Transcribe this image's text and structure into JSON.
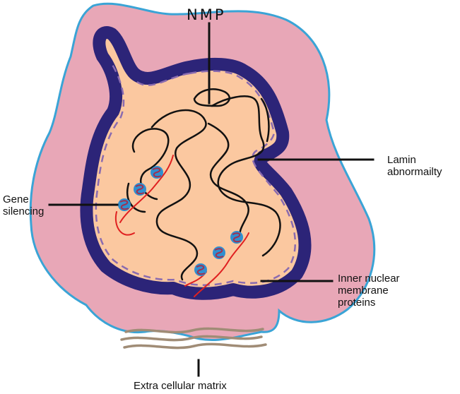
{
  "labels": {
    "nmp": "NMP",
    "lamin_line1": "Lamin",
    "lamin_line2": "abnormailty",
    "gene_line1": "Gene",
    "gene_line2": "silencing",
    "inner_line1": "Inner nuclear",
    "inner_line2": "membrane",
    "inner_line3": "proteins",
    "ecm": "Extra cellular matrix"
  },
  "colors": {
    "cytoplasm_fill": "#e8a7b7",
    "cytoplasm_outline": "#3aa4d6",
    "lamina": "#2c2478",
    "inner_membrane_dash": "#8a6bb0",
    "nucleoplasm_fill": "#fbc8a0",
    "chromatin": "#111111",
    "dna_strand": "#e02020",
    "histone_core": "#2f8fd0",
    "histone_coil": "#a03050",
    "ecm_fiber": "#a08c76",
    "leader": "#111111"
  },
  "icons": [
    "nucleosome-icon"
  ]
}
